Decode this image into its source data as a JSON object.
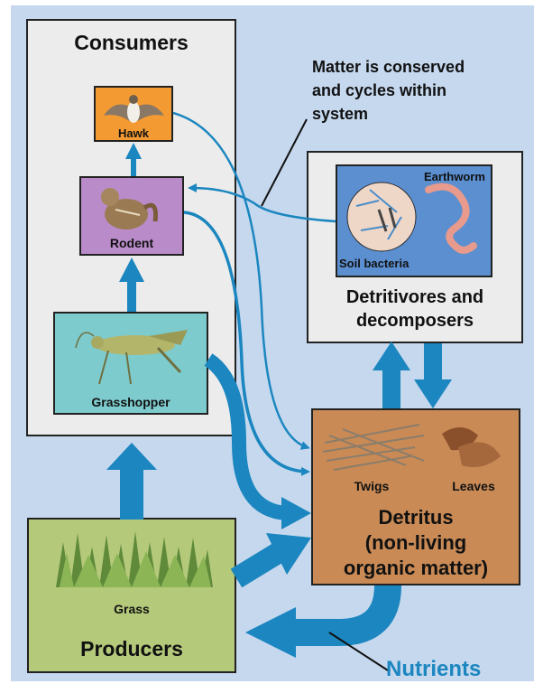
{
  "consumers": {
    "title": "Consumers",
    "hawk": "Hawk",
    "rodent": "Rodent",
    "grasshopper": "Grasshopper"
  },
  "detritivores": {
    "earthworm": "Earthworm",
    "soil_bacteria": "Soil bacteria",
    "title_line1": "Detritivores and",
    "title_line2": "decomposers"
  },
  "detritus": {
    "twigs": "Twigs",
    "leaves": "Leaves",
    "title_line1": "Detritus",
    "title_line2": "(non-living",
    "title_line3": "organic matter)"
  },
  "producers": {
    "grass": "Grass",
    "title": "Producers"
  },
  "annotation": {
    "line1": "Matter is conserved",
    "line2": "and cycles within",
    "line3": "system"
  },
  "nutrients_label": "Nutrients",
  "colors": {
    "arrow": "#1b86bf",
    "nutrients_text": "#1b86bf",
    "background": "#c5d8ee",
    "panel": "#ececec",
    "hawk_box": "#f49a32",
    "rodent_box": "#b98cc9",
    "grasshopper_box": "#7ecbcd",
    "soil_box": "#5b8fd0",
    "detritus_box": "#c98a55",
    "producers_box": "#b5c97a"
  }
}
